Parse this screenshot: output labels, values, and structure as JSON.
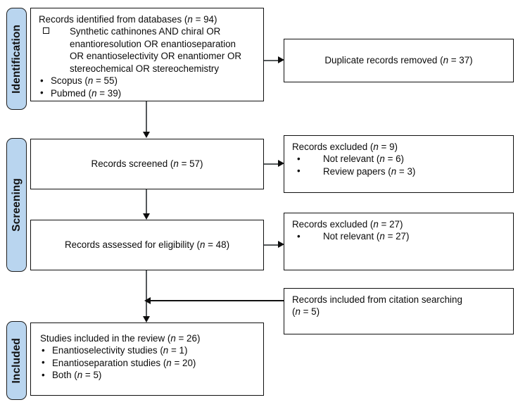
{
  "diagram": {
    "type": "prisma-flow-diagram",
    "colors": {
      "phase_fill": "#b9d5ef",
      "box_border": "#101010",
      "box_fill": "#ffffff",
      "connector": "#55595b",
      "text": "#0b0b0b"
    }
  },
  "phases": [
    {
      "id": "identification",
      "label": "Identification"
    },
    {
      "id": "screening",
      "label": "Screening"
    },
    {
      "id": "included",
      "label": "Included"
    }
  ],
  "boxes": {
    "identified": {
      "heading": "Records identified from databases (",
      "heading_n": "n",
      "heading_tail": " = 94)",
      "query_lines": [
        "Synthetic cathinones AND chiral OR",
        "enantioresolution OR enantioseparation",
        "OR enantioselectivity OR  enantiomer OR",
        "stereochemical OR stereochemistry"
      ],
      "sources": [
        {
          "name": "Scopus (",
          "n": "n",
          "tail": " = 55)"
        },
        {
          "name": "Pubmed (",
          "n": "n",
          "tail": " = 39)"
        }
      ]
    },
    "duplicates": {
      "text_pre": "Duplicate records removed  (",
      "n": "n",
      "text_post": " = 37)"
    },
    "screened": {
      "text_pre": "Records screened (",
      "n": "n",
      "text_post": " = 57)"
    },
    "excluded_screening": {
      "heading_pre": "Records excluded (",
      "heading_n": "n",
      "heading_post": " = 9)",
      "items": [
        {
          "pre": "Not relevant (",
          "n": "n",
          "post": " = 6)"
        },
        {
          "pre": "Review papers (",
          "n": "n",
          "post": " = 3)"
        }
      ]
    },
    "eligibility": {
      "text_pre": "Records assessed for eligibility (",
      "n": "n",
      "text_post": " = 48)"
    },
    "excluded_eligibility": {
      "heading_pre": "Records excluded (",
      "heading_n": "n",
      "heading_post": " = 27)",
      "items": [
        {
          "pre": "Not relevant (",
          "n": "n",
          "post": " = 27)"
        }
      ]
    },
    "citation_searching": {
      "line1": "Records included from citation searching",
      "line2_pre": "(",
      "line2_n": "n",
      "line2_post": " = 5)"
    },
    "included_studies": {
      "heading_pre": "Studies included in the review (",
      "heading_n": "n",
      "heading_post": " = 26)",
      "items": [
        {
          "pre": "Enantioselectivity studies (",
          "n": "n",
          "post": " = 1)"
        },
        {
          "pre": "Enantioseparation studies (",
          "n": "n",
          "post": " = 20)"
        },
        {
          "pre": "Both (",
          "n": "n",
          "post": " = 5)"
        }
      ]
    }
  }
}
